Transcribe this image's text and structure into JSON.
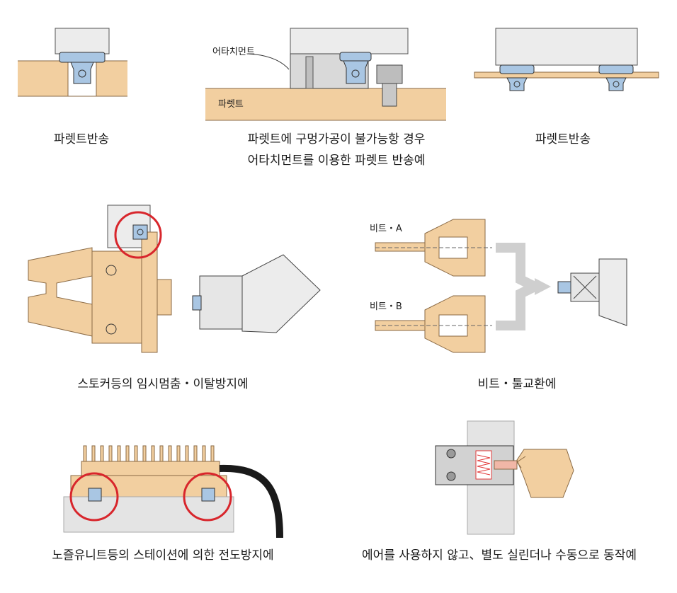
{
  "captions": {
    "pallet_transfer_1": "파렛트반송",
    "attachment_line1": "파렛트에 구멍가공이 불가능항 경우",
    "attachment_line2": "어타치먼트를 이용한 파렛트 반송예",
    "pallet_transfer_2": "파렛트반송",
    "stocker": "스토커등의 임시멈춤・이탈방지에",
    "bit_tool_change": "비트・툴교환에",
    "nozzle_unit": "노즐유니트등의 스테이션에 의한 전도방지에",
    "manual_operation": "에어를 사용하지 않고、별도 실린더나 수동으로 동작예"
  },
  "labels": {
    "attachment": "어타치먼트",
    "pallet": "파렛트",
    "bit_a": "비트・A",
    "bit_b": "비트・B"
  },
  "colors": {
    "wood": "#f2cfa0",
    "wood_stroke": "#8a6a45",
    "metal_blue": "#a9c6e3",
    "gray_block": "#e4e4e4",
    "highlight_red": "#d8262c",
    "arrow_gray": "#cfcfcf",
    "spring_red": "#e23a3a"
  }
}
